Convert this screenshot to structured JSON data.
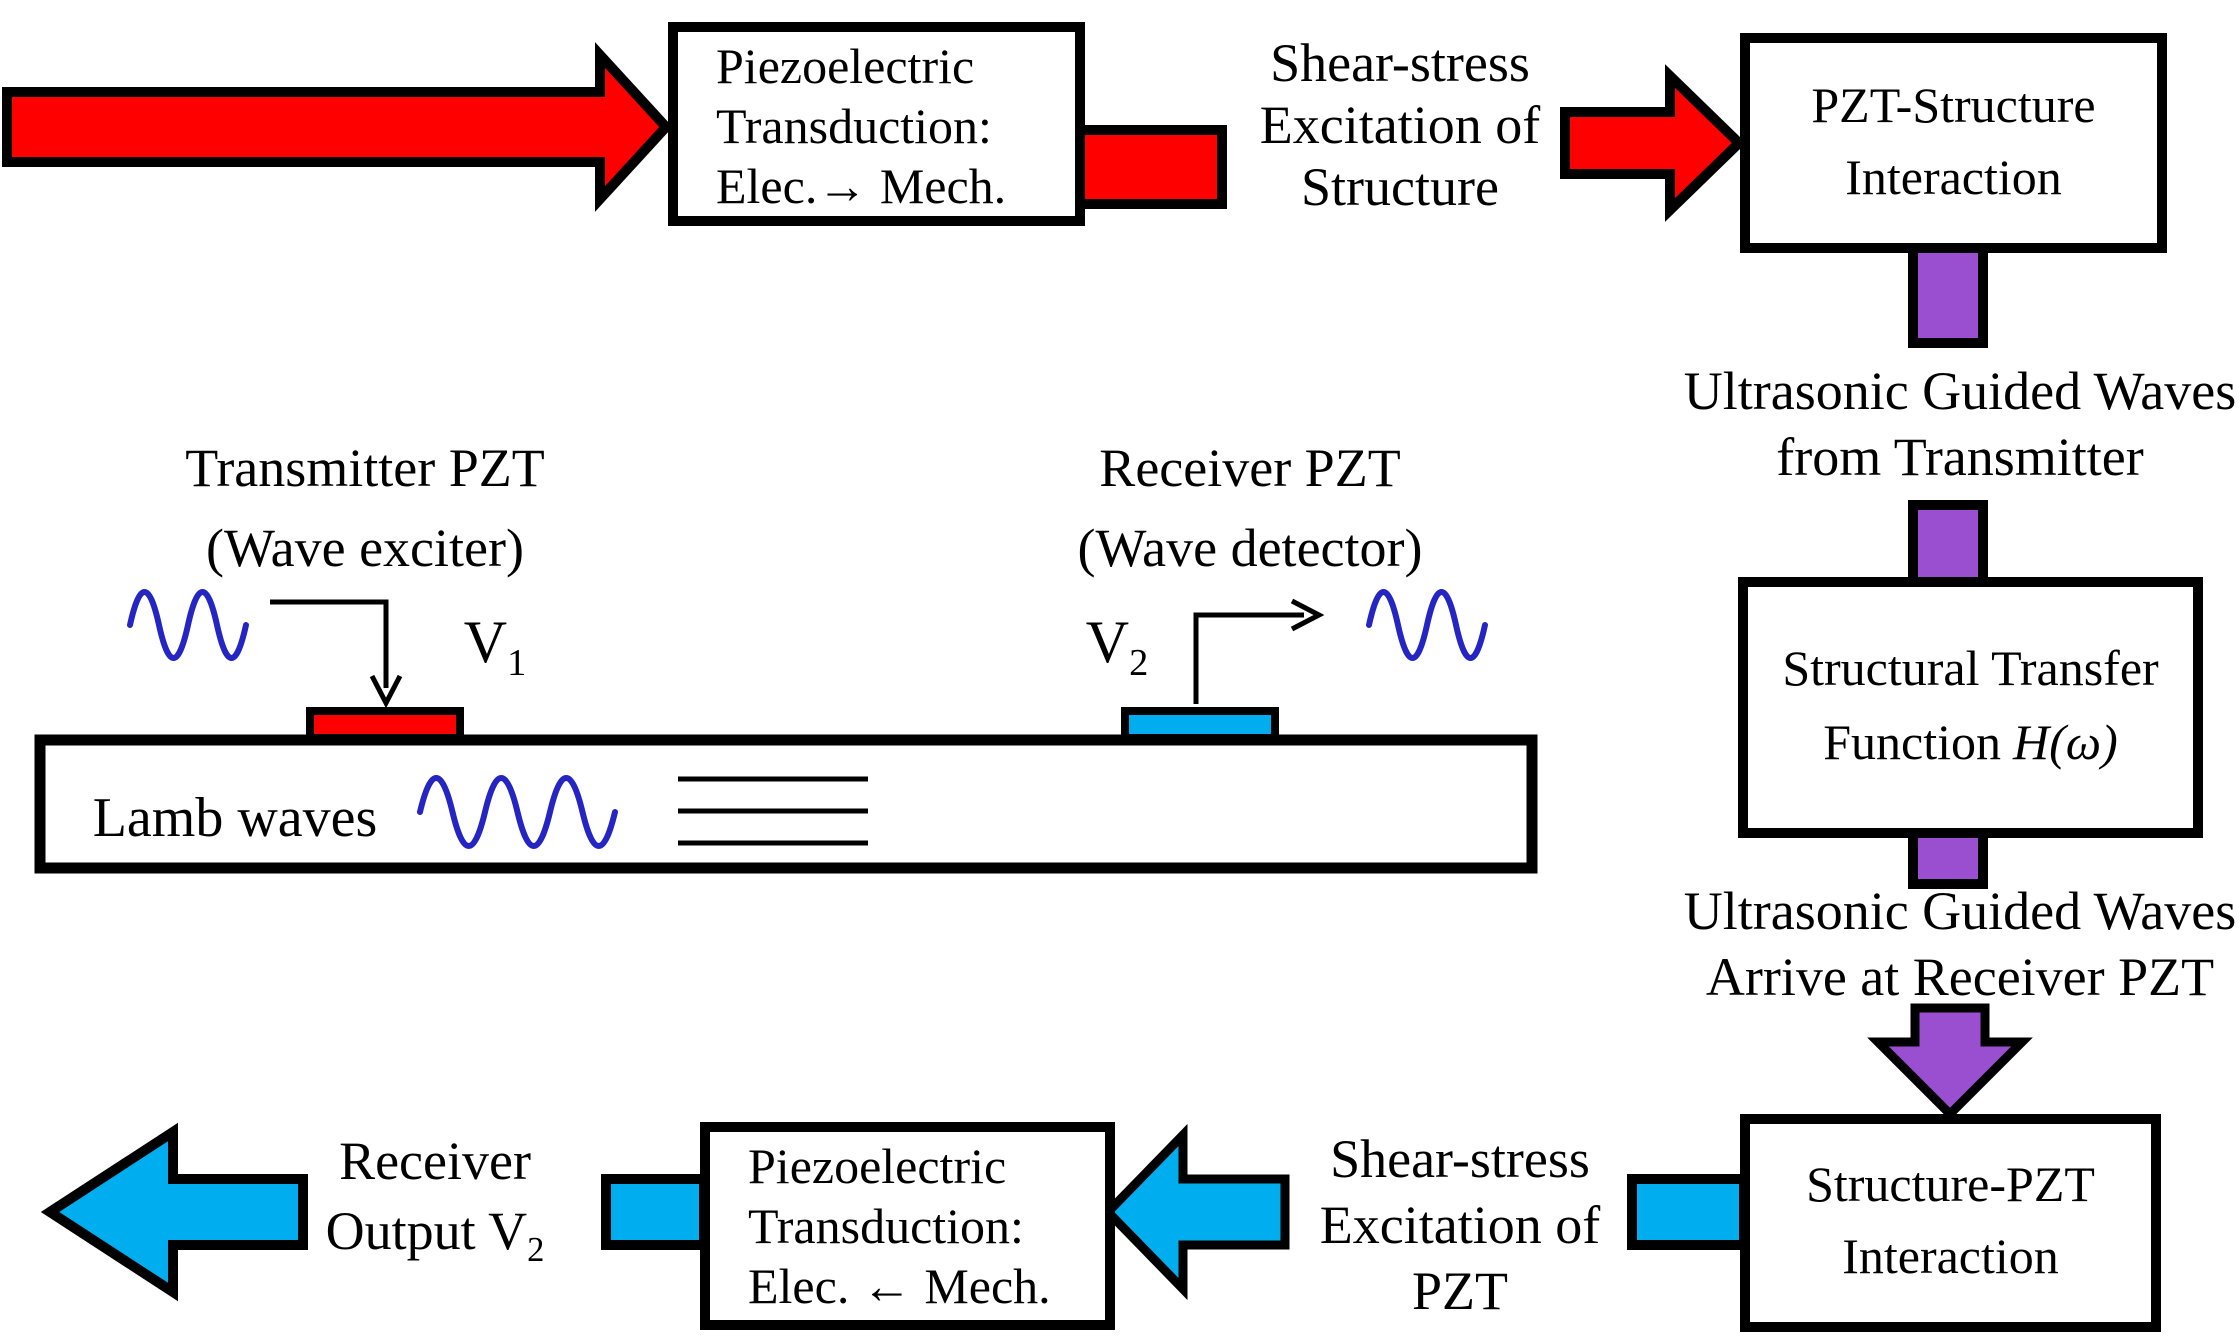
{
  "colors": {
    "red": "#fe0000",
    "cyan": "#00aeef",
    "purple": "#9a4fd0",
    "wave_blue": "#2525c4",
    "outline": "#000000"
  },
  "top_row": {
    "box_transmit_transduction": {
      "line1": "Piezoelectric",
      "line2": "Transduction:",
      "line3": "Elec.→ Mech."
    },
    "label_shear_structure": {
      "line1": "Shear-stress",
      "line2": "Excitation of",
      "line3": "Structure"
    },
    "box_pzt_structure": {
      "line1": "PZT-Structure",
      "line2": "Interaction"
    }
  },
  "right_column": {
    "label_ugw_from_transmitter": {
      "line1": "Ultrasonic Guided Waves",
      "line2": "from Transmitter"
    },
    "box_structural_transfer": {
      "line1": "Structural Transfer",
      "line2_normal": "Function",
      "line2_italic": "H(ω)"
    },
    "label_ugw_arrive_receiver": {
      "line1": "Ultrasonic Guided Waves",
      "line2": "Arrive at Receiver PZT"
    },
    "box_structure_pzt": {
      "line1": "Structure-PZT",
      "line2": "Interaction"
    }
  },
  "bottom_row": {
    "label_shear_pzt": {
      "line1": "Shear-stress",
      "line2": "Excitation of",
      "line3": "PZT"
    },
    "box_receive_transduction": {
      "line1": "Piezoelectric",
      "line2": "Transduction:",
      "line3": "Elec. ← Mech."
    },
    "label_receiver_output": {
      "line1": "Receiver",
      "line2_base": "Output V",
      "line2_sub": "2"
    }
  },
  "middle": {
    "transmitter": {
      "line1": "Transmitter PZT",
      "line2": "(Wave exciter)",
      "v_base": "V",
      "v_sub": "1"
    },
    "receiver": {
      "line1": "Receiver PZT",
      "line2": "(Wave detector)",
      "v_base": "V",
      "v_sub": "2"
    },
    "lamb_label": "Lamb waves"
  }
}
